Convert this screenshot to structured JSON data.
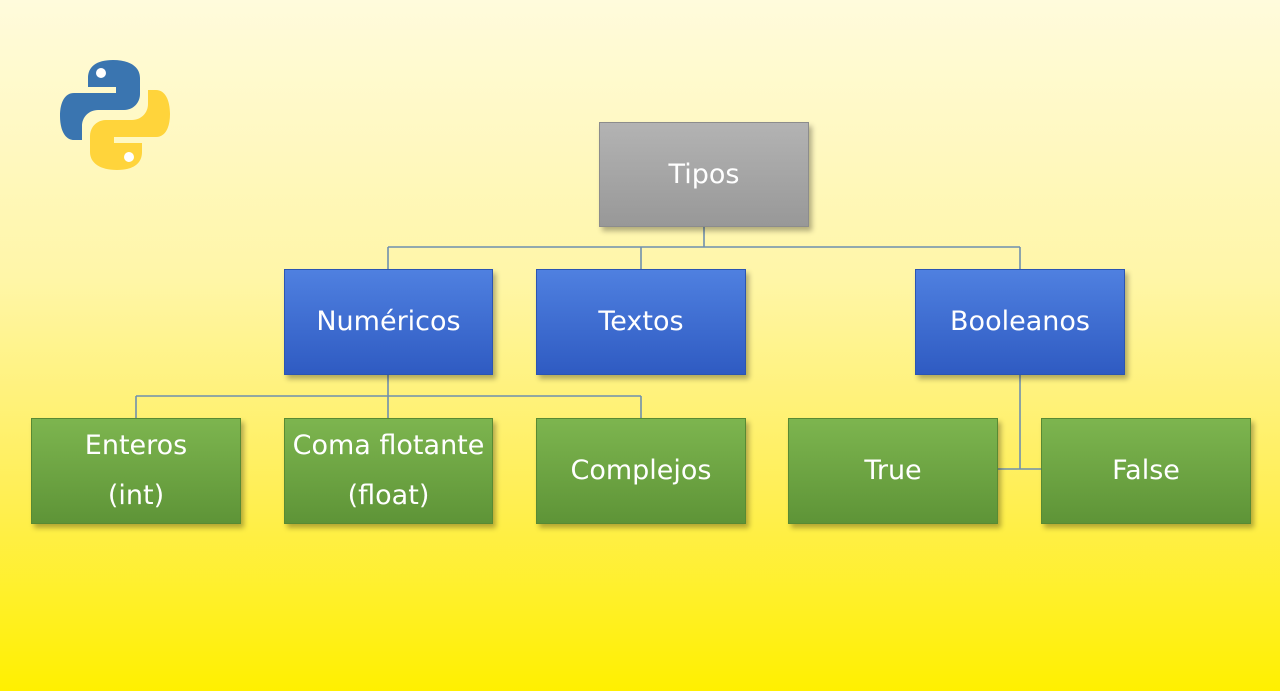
{
  "colors": {
    "root": "#a6a6a6",
    "level1": "#3d6fd6",
    "level2": "#6fa543",
    "connector": "#6f8fae",
    "logo_blue": "#3a75b0",
    "logo_yellow": "#ffd43b"
  },
  "logo": {
    "icon": "python-logo-icon"
  },
  "diagram": {
    "root": {
      "label": "Tipos"
    },
    "numericos": {
      "label": "Numéricos",
      "children": {
        "enteros": {
          "line1": "Enteros",
          "line2": "(int)"
        },
        "flotante": {
          "line1": "Coma flotante",
          "line2": "(float)"
        },
        "complejos": {
          "label": "Complejos"
        }
      }
    },
    "textos": {
      "label": "Textos"
    },
    "booleanos": {
      "label": "Booleanos",
      "children": {
        "true": {
          "label": "True"
        },
        "false": {
          "label": "False"
        }
      }
    }
  }
}
